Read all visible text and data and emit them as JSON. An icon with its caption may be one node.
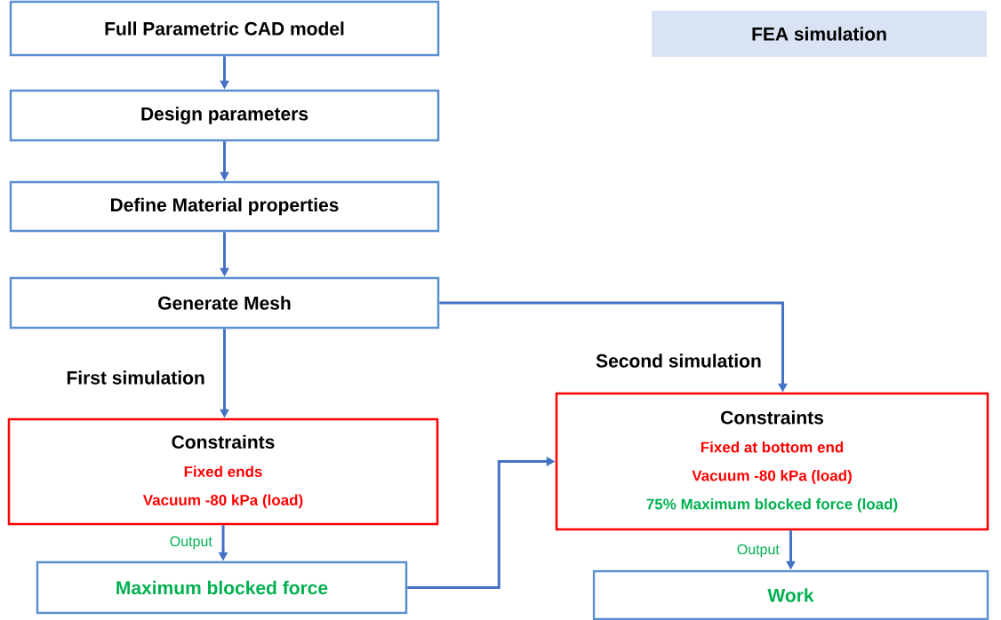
{
  "diagram": {
    "nodes": [
      {
        "text": [
          "Full Parametric CAD model"
        ]
      },
      {
        "text": [
          "Design parameters"
        ]
      },
      {
        "text": [
          "Define Material properties"
        ]
      },
      {
        "text": [
          "Generate Mesh"
        ]
      },
      {
        "text": [
          "Constraints",
          "Fixed ends",
          "Vacuum -80 kPa (load)"
        ]
      },
      {
        "text": [
          "Maximum blocked force"
        ]
      },
      {
        "text": [
          "Constraints",
          "Fixed at bottom end",
          "Vacuum -80 kPa (load)",
          "75% Maximum blocked force (load)"
        ]
      },
      {
        "text": [
          "Work"
        ]
      },
      {
        "text": [
          "FEA simulation"
        ]
      }
    ],
    "edges": [
      {
        "from": 0,
        "to": 1,
        "arrow": "to"
      },
      {
        "from": 1,
        "to": 2,
        "arrow": "to"
      },
      {
        "from": 2,
        "to": 3,
        "arrow": "to"
      },
      {
        "from": 3,
        "to": 4,
        "arrow": "to",
        "label": "First simulation"
      },
      {
        "from": 3,
        "to": 6,
        "arrow": "to",
        "label": "Second simulation"
      },
      {
        "from": 4,
        "to": 5,
        "arrow": "to",
        "label": "Output"
      },
      {
        "from": 5,
        "to": 6,
        "arrow": "to"
      },
      {
        "from": 6,
        "to": 7,
        "arrow": "to",
        "label": "Output"
      }
    ]
  }
}
